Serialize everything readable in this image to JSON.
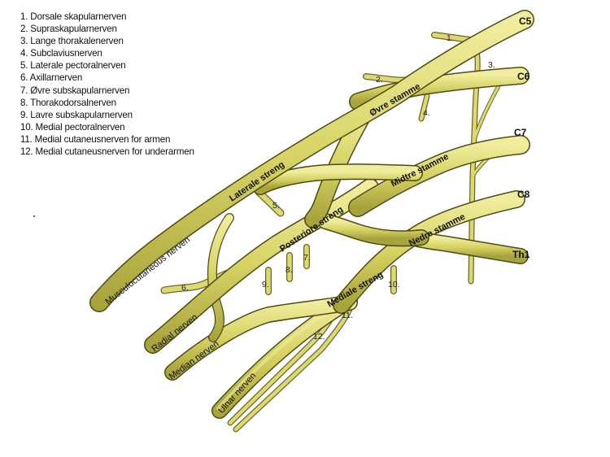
{
  "legend": {
    "items": [
      "1. Dorsale skapularnerven",
      "2. Supraskapularnerven",
      "3. Lange thorakalenerven",
      "4. Subclaviusnerven",
      "5. Laterale pectoralnerven",
      "6. Axillarnerven",
      "7. Øvre subskapularnerven",
      "8. Thorakodorsalnerven",
      "9. Lavre subskapularnerven",
      "10. Medial pectoralnerven",
      "11. Medial cutaneusnerven for armen",
      "12. Medial cutaneusnerven for underarmen"
    ]
  },
  "roots": {
    "c5": "C5",
    "c6": "C6",
    "c7": "C7",
    "c8": "C8",
    "th1": "Th1"
  },
  "trunks": {
    "upper": "Øvre stamme",
    "middle": "Midtre stamme",
    "lower": "Nedre stamme"
  },
  "cords": {
    "lateral": "Laterale streng",
    "posterior": "Posteriore streng",
    "medial": "Mediale streng"
  },
  "terminal_nerves": {
    "musculocutaneous": "Musculocutaneous nerven",
    "radial": "Radial nerven",
    "median": "Median nerven",
    "ulnar": "Ulnar nerven"
  },
  "branch_numbers": {
    "n1": "1.",
    "n2": "2.",
    "n3": "3.",
    "n4": "4.",
    "n5": "5.",
    "n6": "6.",
    "n7": "7.",
    "n8": "8.",
    "n9": "9.",
    "n10": "10.",
    "n11": "11.",
    "n12": "12."
  },
  "colors": {
    "nerve_fill": "#d8d46a",
    "nerve_outline": "#5a5620",
    "nerve_highlight": "#eeeb9c",
    "background": "#ffffff"
  }
}
